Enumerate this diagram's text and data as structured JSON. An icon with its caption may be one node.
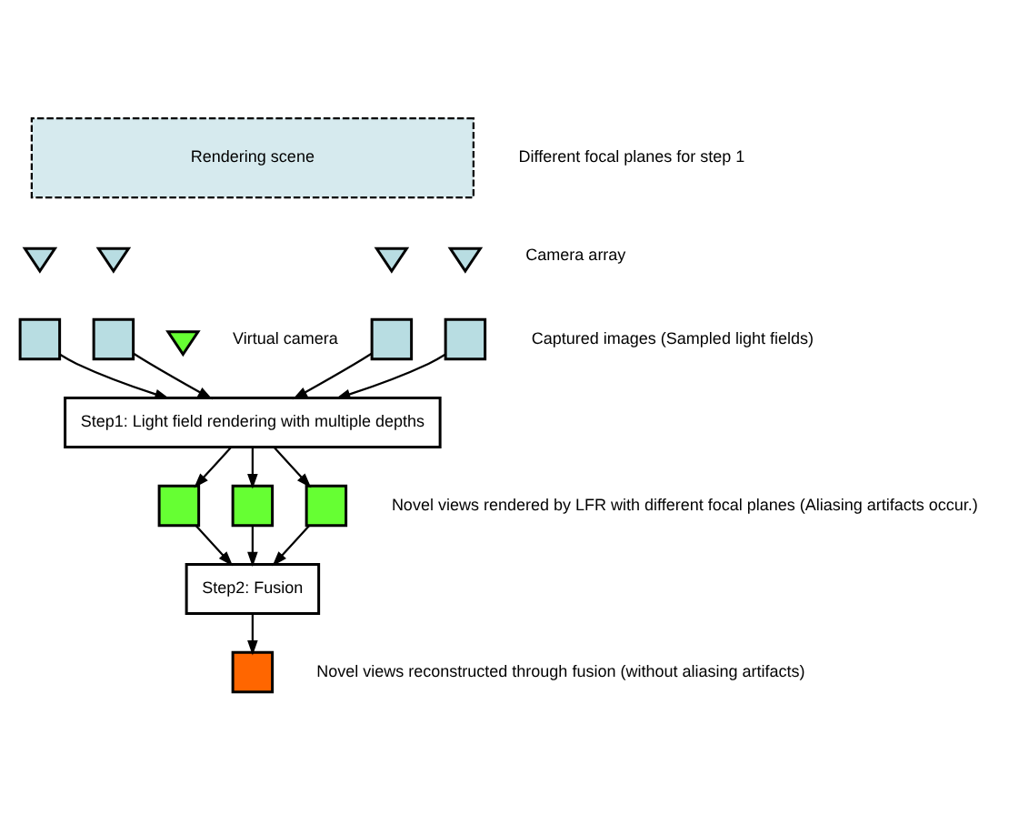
{
  "diagram": {
    "nodes": [
      {
        "text": [
          "Rendering scene"
        ]
      },
      {
        "text": [],
        "shape": "triangle"
      },
      {
        "text": [],
        "shape": "triangle"
      },
      {
        "text": [],
        "shape": "triangle"
      },
      {
        "text": [],
        "shape": "triangle"
      },
      {
        "text": [],
        "shape": "box"
      },
      {
        "text": [],
        "shape": "box"
      },
      {
        "text": [],
        "shape": "box"
      },
      {
        "text": [],
        "shape": "box"
      },
      {
        "text": [],
        "shape": "triangle",
        "beside": [
          "Virtual camera"
        ]
      },
      {
        "text": [
          "Step1: Light field rendering with multiple depths"
        ]
      },
      {
        "text": [],
        "shape": "box"
      },
      {
        "text": [],
        "shape": "box"
      },
      {
        "text": [],
        "shape": "box"
      },
      {
        "text": [
          "Step2: Fusion"
        ]
      },
      {
        "text": [],
        "shape": "box"
      }
    ],
    "edges": [
      {
        "from": 5,
        "to": 10,
        "arrow": "to"
      },
      {
        "from": 6,
        "to": 10,
        "arrow": "to"
      },
      {
        "from": 7,
        "to": 10,
        "arrow": "to"
      },
      {
        "from": 8,
        "to": 10,
        "arrow": "to"
      },
      {
        "from": 10,
        "to": 11,
        "arrow": "to"
      },
      {
        "from": 10,
        "to": 12,
        "arrow": "to"
      },
      {
        "from": 10,
        "to": 13,
        "arrow": "to"
      },
      {
        "from": 11,
        "to": 14,
        "arrow": "to"
      },
      {
        "from": 12,
        "to": 14,
        "arrow": "to"
      },
      {
        "from": 13,
        "to": 14,
        "arrow": "to"
      },
      {
        "from": 14,
        "to": 15,
        "arrow": "to"
      }
    ],
    "labels": [
      "Different focal planes for step 1",
      "Camera array",
      "Captured images (Sampled light fields)",
      "Novel views rendered by LFR with different focal planes (Aliasing artifacts occur.)",
      "Novel views reconstructed through fusion (without aliasing artifacts)"
    ]
  }
}
